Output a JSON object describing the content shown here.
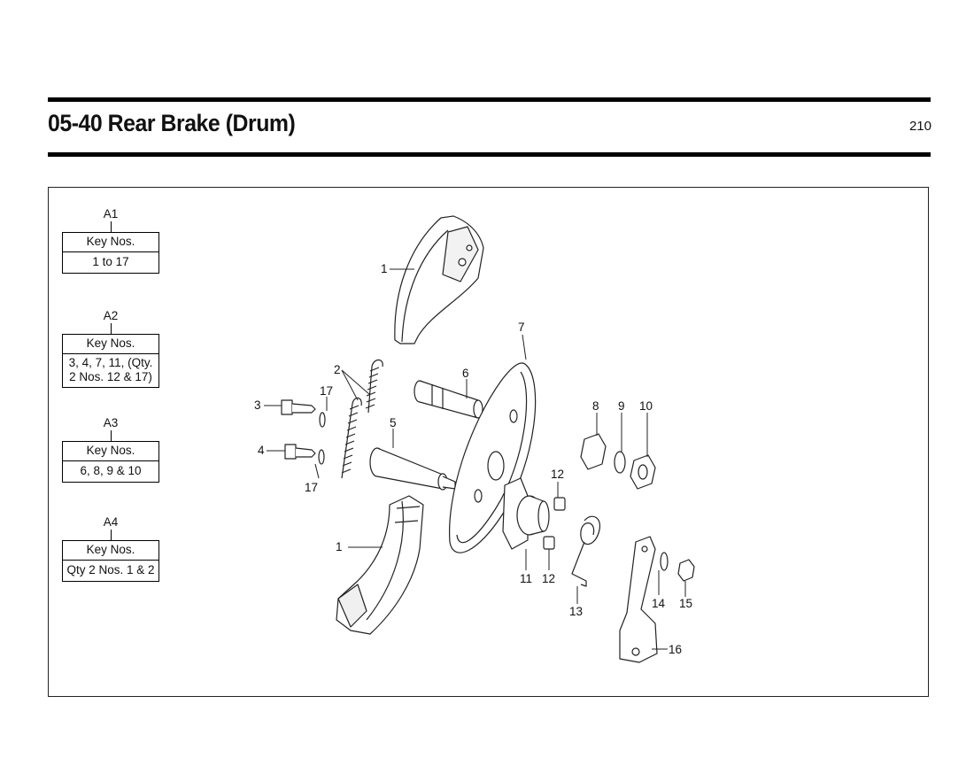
{
  "header": {
    "title": "05-40 Rear Brake (Drum)",
    "page_number": "210"
  },
  "kits": [
    {
      "id": "A1",
      "label": "Key Nos.",
      "value": "1 to 17"
    },
    {
      "id": "A2",
      "label": "Key Nos.",
      "value": "3, 4, 7, 11, (Qty. 2 Nos. 12 & 17)"
    },
    {
      "id": "A3",
      "label": "Key Nos.",
      "value": "6, 8, 9 & 10"
    },
    {
      "id": "A4",
      "label": "Key Nos.",
      "value": "Qty 2 Nos. 1 & 2"
    }
  ],
  "callouts": [
    "1",
    "2",
    "3",
    "4",
    "5",
    "6",
    "7",
    "8",
    "9",
    "10",
    "11",
    "12",
    "13",
    "14",
    "15",
    "16",
    "17"
  ]
}
